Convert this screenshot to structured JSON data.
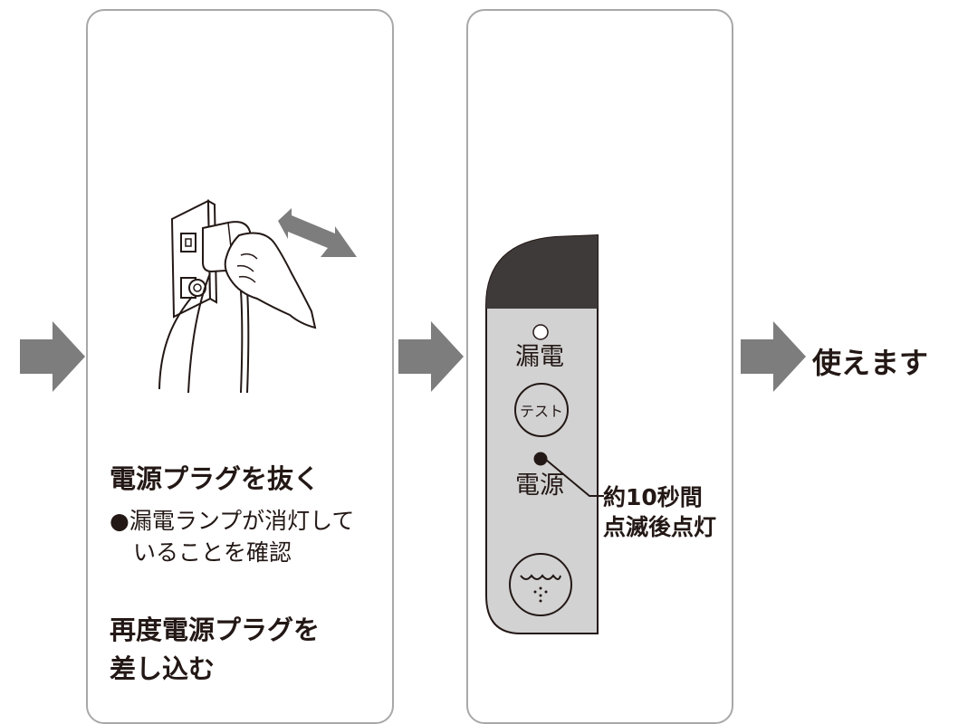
{
  "steps": {
    "unplug": {
      "title": "電源プラグを抜く",
      "note_bullet": "●",
      "note_line1": "漏電ランプが消灯して",
      "note_line2": "いることを確認"
    },
    "replug": {
      "line1": "再度電源プラグを",
      "line2": "差し込む"
    }
  },
  "control_panel": {
    "leak_label": "漏電",
    "test_button_label": "テスト",
    "power_label": "電源",
    "callout_line1": "約10秒間",
    "callout_line2": "点滅後点灯"
  },
  "result": "使えます",
  "colors": {
    "arrow": "#7d7d7d",
    "panel_border": "#a8a8a8",
    "control_body": "#d2d2d2",
    "control_top": "#3e3a39"
  }
}
